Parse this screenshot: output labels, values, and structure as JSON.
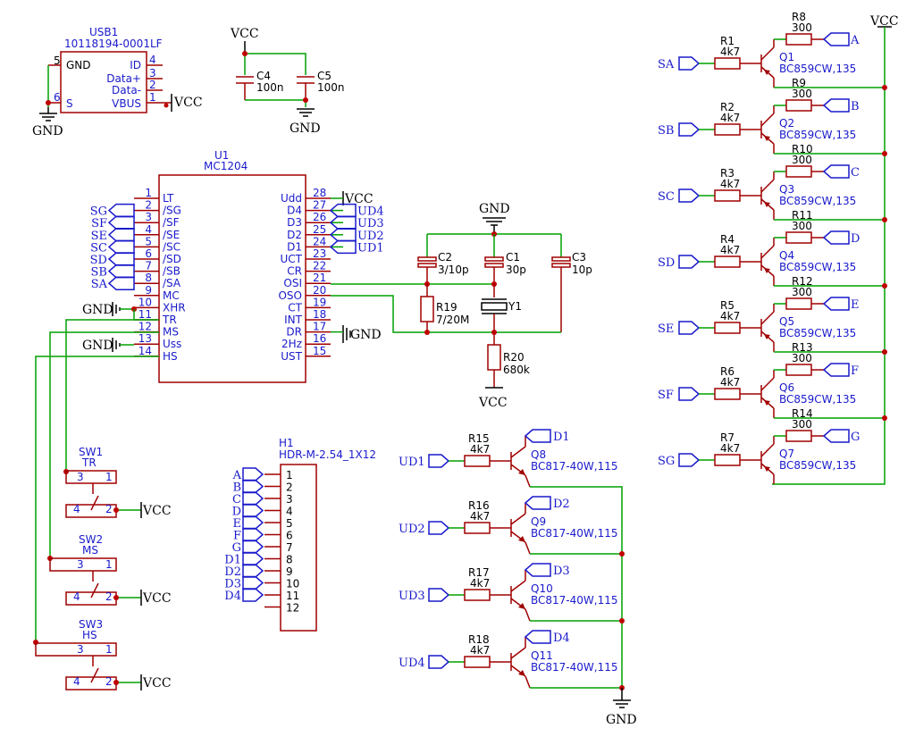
{
  "usb": {
    "ref": "USB1",
    "part": "10118194-0001LF",
    "pins": [
      {
        "num": "4",
        "name": "ID"
      },
      {
        "num": "3",
        "name": "Data+"
      },
      {
        "num": "2",
        "name": "Data-"
      },
      {
        "num": "1",
        "name": "VBUS"
      }
    ],
    "left_pins": [
      {
        "num": "5",
        "name": "GND"
      },
      {
        "num": "6",
        "name": "S"
      }
    ],
    "vbus_net": "VCC",
    "gnd_net": "GND"
  },
  "caps_top": {
    "vcc": "VCC",
    "gnd": "GND",
    "c4": {
      "ref": "C4",
      "val": "100n"
    },
    "c5": {
      "ref": "C5",
      "val": "100n"
    }
  },
  "u1": {
    "ref": "U1",
    "part": "MC1204",
    "left_pins": [
      {
        "num": "1",
        "name": "LT",
        "net": ""
      },
      {
        "num": "2",
        "name": "/SG",
        "net": "SG"
      },
      {
        "num": "3",
        "name": "/SF",
        "net": "SF"
      },
      {
        "num": "4",
        "name": "/SE",
        "net": "SE"
      },
      {
        "num": "5",
        "name": "/SC",
        "net": "SC"
      },
      {
        "num": "6",
        "name": "/SD",
        "net": "SD"
      },
      {
        "num": "7",
        "name": "/SB",
        "net": "SB"
      },
      {
        "num": "8",
        "name": "/SA",
        "net": "SA"
      },
      {
        "num": "9",
        "name": "MC",
        "net": ""
      },
      {
        "num": "10",
        "name": "XHR",
        "net": "GND"
      },
      {
        "num": "11",
        "name": "TR",
        "net": ""
      },
      {
        "num": "12",
        "name": "MS",
        "net": ""
      },
      {
        "num": "13",
        "name": "Uss",
        "net": "GND"
      },
      {
        "num": "14",
        "name": "HS",
        "net": ""
      }
    ],
    "right_pins": [
      {
        "num": "28",
        "name": "Udd",
        "net": "VCC"
      },
      {
        "num": "27",
        "name": "D4",
        "net": "UD4"
      },
      {
        "num": "26",
        "name": "D3",
        "net": "UD3"
      },
      {
        "num": "25",
        "name": "D2",
        "net": "UD2"
      },
      {
        "num": "24",
        "name": "D1",
        "net": "UD1"
      },
      {
        "num": "23",
        "name": "UCT",
        "net": ""
      },
      {
        "num": "22",
        "name": "CR",
        "net": ""
      },
      {
        "num": "21",
        "name": "OSI",
        "net": ""
      },
      {
        "num": "20",
        "name": "OSO",
        "net": ""
      },
      {
        "num": "19",
        "name": "CT",
        "net": ""
      },
      {
        "num": "18",
        "name": "INT",
        "net": ""
      },
      {
        "num": "17",
        "name": "DR",
        "net": "GND"
      },
      {
        "num": "16",
        "name": "2Hz",
        "net": ""
      },
      {
        "num": "15",
        "name": "UST",
        "net": ""
      }
    ]
  },
  "osc": {
    "gnd": "GND",
    "vcc": "VCC",
    "c2": {
      "ref": "C2",
      "val": "3/10p"
    },
    "c1": {
      "ref": "C1",
      "val": "30p"
    },
    "c3": {
      "ref": "C3",
      "val": "10p"
    },
    "r19": {
      "ref": "R19",
      "val": "7/20M"
    },
    "y1": {
      "ref": "Y1"
    },
    "r20": {
      "ref": "R20",
      "val": "680k"
    }
  },
  "switches": [
    {
      "ref": "SW1",
      "val": "TR",
      "p3": "3",
      "p1": "1",
      "p4": "4",
      "p2": "2",
      "net": "VCC"
    },
    {
      "ref": "SW2",
      "val": "MS",
      "p3": "3",
      "p1": "1",
      "p4": "4",
      "p2": "2",
      "net": "VCC"
    },
    {
      "ref": "SW3",
      "val": "HS",
      "p3": "3",
      "p1": "1",
      "p4": "4",
      "p2": "2",
      "net": "VCC"
    }
  ],
  "header": {
    "ref": "H1",
    "part": "HDR-M-2.54_1X12",
    "pins": [
      {
        "num": "1",
        "net": "A"
      },
      {
        "num": "2",
        "net": "B"
      },
      {
        "num": "3",
        "net": "C"
      },
      {
        "num": "4",
        "net": "D"
      },
      {
        "num": "5",
        "net": "E"
      },
      {
        "num": "6",
        "net": "F"
      },
      {
        "num": "7",
        "net": "G"
      },
      {
        "num": "8",
        "net": "D1"
      },
      {
        "num": "9",
        "net": "D2"
      },
      {
        "num": "10",
        "net": "D3"
      },
      {
        "num": "11",
        "net": "D4"
      },
      {
        "num": "12",
        "net": ""
      }
    ]
  },
  "npn": [
    {
      "in": "UD1",
      "r_ref": "R15",
      "r_val": "4k7",
      "q_ref": "Q8",
      "q_part": "BC817-40W,115",
      "out": "D1"
    },
    {
      "in": "UD2",
      "r_ref": "R16",
      "r_val": "4k7",
      "q_ref": "Q9",
      "q_part": "BC817-40W,115",
      "out": "D2"
    },
    {
      "in": "UD3",
      "r_ref": "R17",
      "r_val": "4k7",
      "q_ref": "Q10",
      "q_part": "BC817-40W,115",
      "out": "D3"
    },
    {
      "in": "UD4",
      "r_ref": "R18",
      "r_val": "4k7",
      "q_ref": "Q11",
      "q_part": "BC817-40W,115",
      "out": "D4"
    }
  ],
  "npn_gnd": "GND",
  "pnp_vcc": "VCC",
  "pnp": [
    {
      "in": "SA",
      "rb_ref": "R1",
      "rb_val": "4k7",
      "q_ref": "Q1",
      "q_part": "BC859CW,135",
      "rc_ref": "R8",
      "rc_val": "300",
      "out": "A"
    },
    {
      "in": "SB",
      "rb_ref": "R2",
      "rb_val": "4k7",
      "q_ref": "Q2",
      "q_part": "BC859CW,135",
      "rc_ref": "R9",
      "rc_val": "300",
      "out": "B"
    },
    {
      "in": "SC",
      "rb_ref": "R3",
      "rb_val": "4k7",
      "q_ref": "Q3",
      "q_part": "BC859CW,135",
      "rc_ref": "R10",
      "rc_val": "300",
      "out": "C"
    },
    {
      "in": "SD",
      "rb_ref": "R4",
      "rb_val": "4k7",
      "q_ref": "Q4",
      "q_part": "BC859CW,135",
      "rc_ref": "R11",
      "rc_val": "300",
      "out": "D"
    },
    {
      "in": "SE",
      "rb_ref": "R5",
      "rb_val": "4k7",
      "q_ref": "Q5",
      "q_part": "BC859CW,135",
      "rc_ref": "R12",
      "rc_val": "300",
      "out": "E"
    },
    {
      "in": "SF",
      "rb_ref": "R6",
      "rb_val": "4k7",
      "q_ref": "Q6",
      "q_part": "BC859CW,135",
      "rc_ref": "R13",
      "rc_val": "300",
      "out": "F"
    },
    {
      "in": "SG",
      "rb_ref": "R7",
      "rb_val": "4k7",
      "q_ref": "Q7",
      "q_part": "BC859CW,135",
      "rc_ref": "R14",
      "rc_val": "300",
      "out": "G"
    }
  ]
}
